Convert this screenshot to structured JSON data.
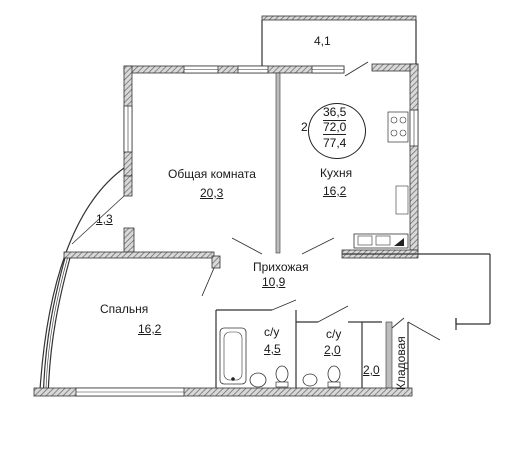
{
  "rooms": {
    "balcony_area": "4,1",
    "living_room_name": "Общая комната",
    "living_room_area": "20,3",
    "kitchen_name": "Кухня",
    "kitchen_area": "16,2",
    "loggia_area": "1,3",
    "hall_name": "Прихожая",
    "hall_area": "10,9",
    "bedroom_name": "Спальня",
    "bedroom_area": "16,2",
    "bathroom1_name": "с/у",
    "bathroom1_area": "4,5",
    "bathroom2_name": "с/у",
    "bathroom2_area": "2,0",
    "storage_area": "2,0",
    "storage_name": "Кладовая"
  },
  "summary": {
    "rooms_count": "2",
    "living_area": "36,5",
    "total_area": "72,0",
    "total_with_balcony": "77,4"
  },
  "colors": {
    "wall": "#8a8a8a",
    "line": "#222222"
  }
}
